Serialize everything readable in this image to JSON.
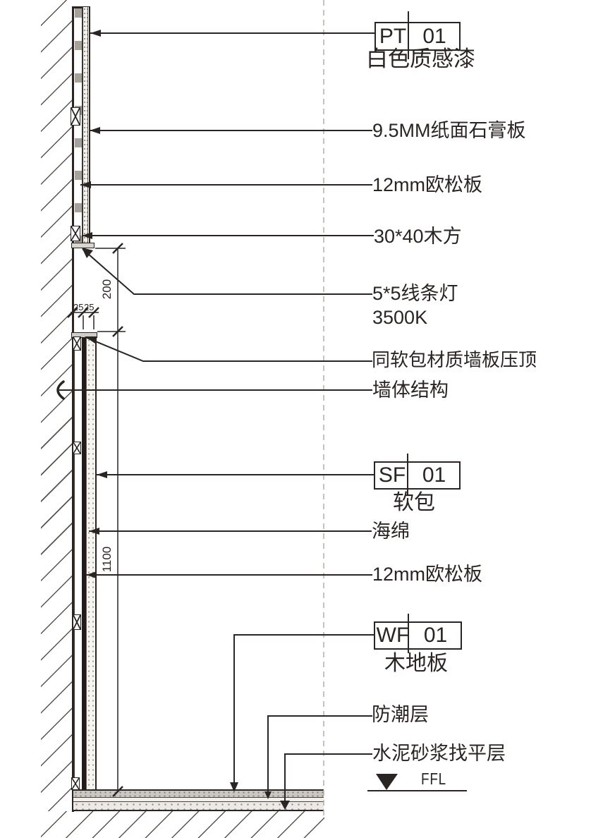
{
  "drawing": {
    "tags": [
      {
        "code": "PT",
        "number": "01",
        "name": "白色质感漆"
      },
      {
        "code": "SF",
        "number": "01",
        "name": "软包"
      },
      {
        "code": "WF",
        "number": "01",
        "name": "木地板"
      }
    ],
    "annotations": {
      "gypsum": "9.5MM纸面石膏板",
      "osb_upper": "12mm欧松板",
      "batten": "30*40木方",
      "light_line1": "5*5线条灯",
      "light_line2": "3500K",
      "cap": "同软包材质墙板压顶",
      "wall_structure": "墙体结构",
      "sponge": "海绵",
      "osb_lower": "12mm欧松板",
      "moisture": "防潮层",
      "mortar": "水泥砂浆找平层"
    },
    "level_marker": {
      "label": "FFL"
    },
    "dimensions": {
      "recess_height": "200",
      "panel_height": "1100",
      "cap_width": "25",
      "gap_width": "25"
    },
    "colors": {
      "line": "#2a2423",
      "hatch": "#5a524e",
      "dash": "#b3afaa"
    }
  }
}
